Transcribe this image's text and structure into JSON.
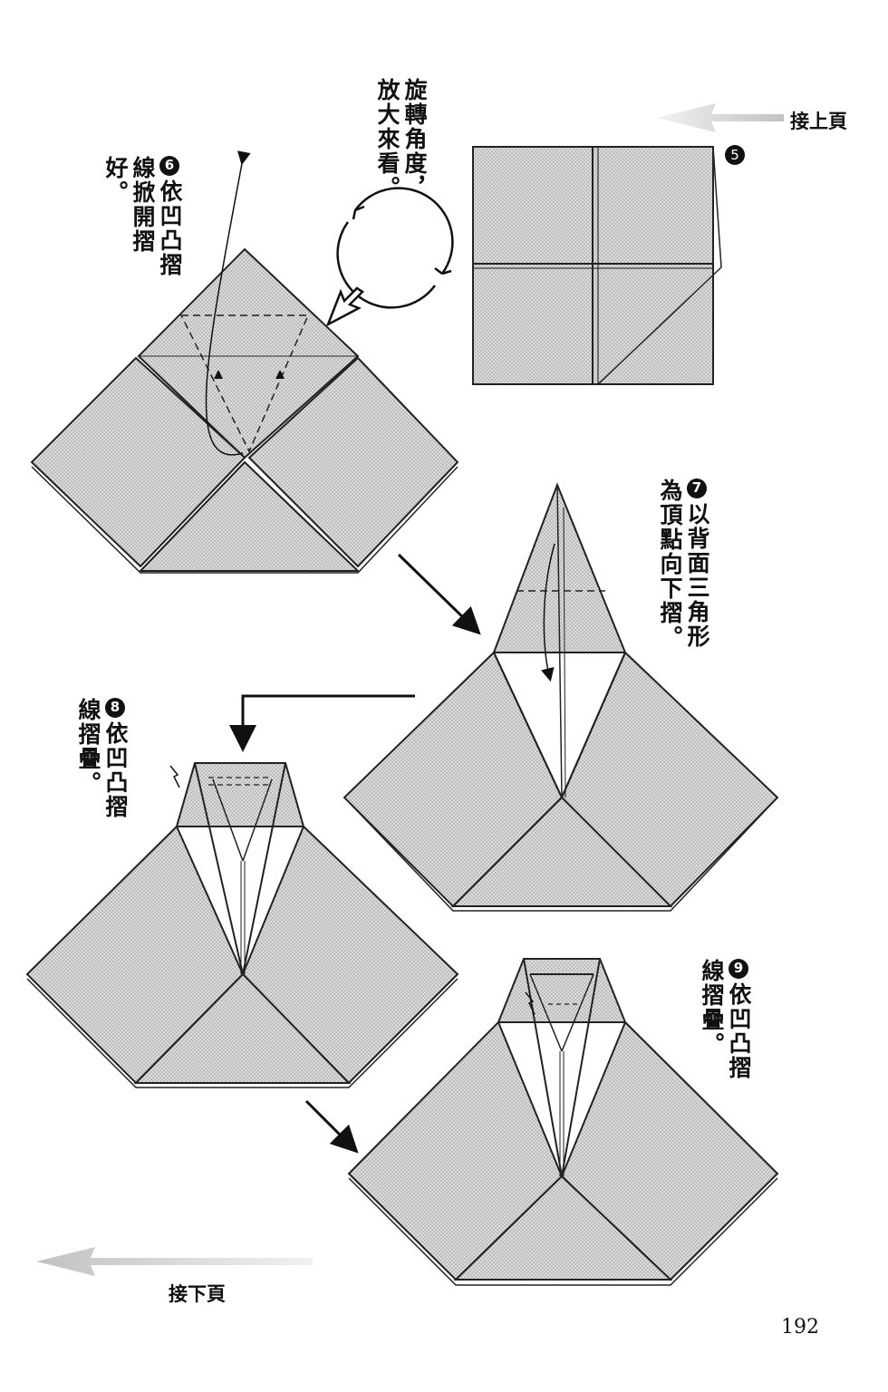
{
  "nav": {
    "prev_label": "接上頁",
    "next_label": "接下頁"
  },
  "steps": [
    {
      "number": "5",
      "text": ""
    },
    {
      "number": "6",
      "text": "依凹凸摺線掀開摺好。"
    },
    {
      "number": "7",
      "text": "以背面三角形為頂點向下摺。"
    },
    {
      "number": "8",
      "text": "依凹凸摺線摺疊。"
    },
    {
      "number": "9",
      "text": "依凹凸摺線摺疊。"
    }
  ],
  "rotate_note": "旋轉角度，放大來看。",
  "page_number": "192",
  "colors": {
    "paper": "#d9d9d9",
    "ink": "#222222"
  }
}
